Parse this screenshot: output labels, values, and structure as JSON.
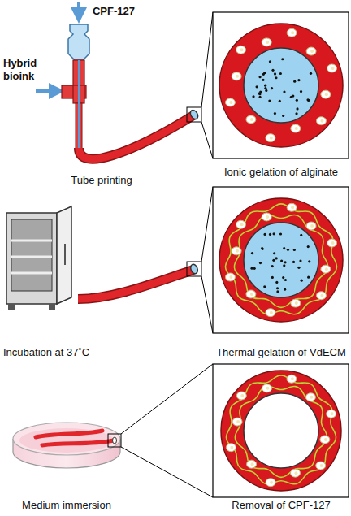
{
  "diagram": {
    "labels": [
      "CPF-127",
      "Hybrid bioink",
      "Tube printing",
      "Ionic gelation of alginate",
      "Incubation at 37˚C",
      "Thermal gelation of VdECM",
      "Medium immersion",
      "Removal of CPF-127"
    ]
  }
}
